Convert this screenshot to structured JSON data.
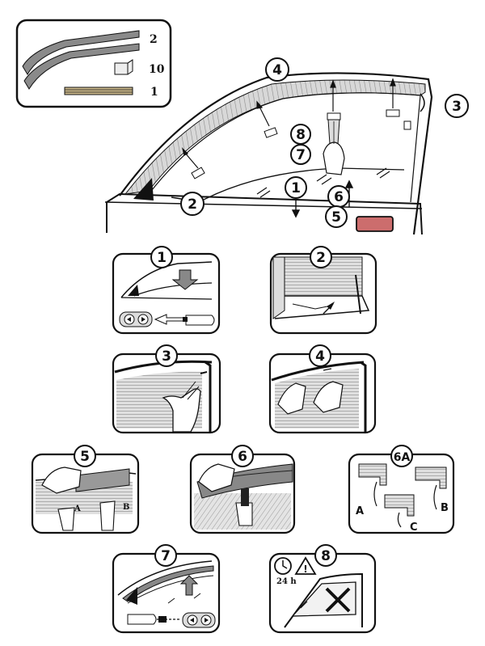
{
  "kit": {
    "items": [
      {
        "name": "wind-deflector",
        "qty": "2"
      },
      {
        "name": "clip",
        "qty": "10"
      },
      {
        "name": "adhesive-strip",
        "qty": "1"
      }
    ]
  },
  "overview": {
    "callouts": [
      "1",
      "2",
      "3",
      "4",
      "5",
      "6",
      "7",
      "8"
    ]
  },
  "steps": [
    {
      "id": "1"
    },
    {
      "id": "2"
    },
    {
      "id": "3"
    },
    {
      "id": "4"
    },
    {
      "id": "5"
    },
    {
      "id": "6"
    },
    {
      "id": "6A"
    },
    {
      "id": "7"
    },
    {
      "id": "8"
    }
  ],
  "step5": {
    "label_a": "A",
    "label_b": "B"
  },
  "step6a": {
    "label_a": "A",
    "label_b": "B",
    "label_c": "C"
  },
  "step8": {
    "cure_time": "24 h",
    "warning_glyph": "!"
  },
  "colors": {
    "line": "#111111",
    "deflector": "#888888",
    "hatch": "#9a9a9a",
    "handle": "#cc6d6d"
  }
}
